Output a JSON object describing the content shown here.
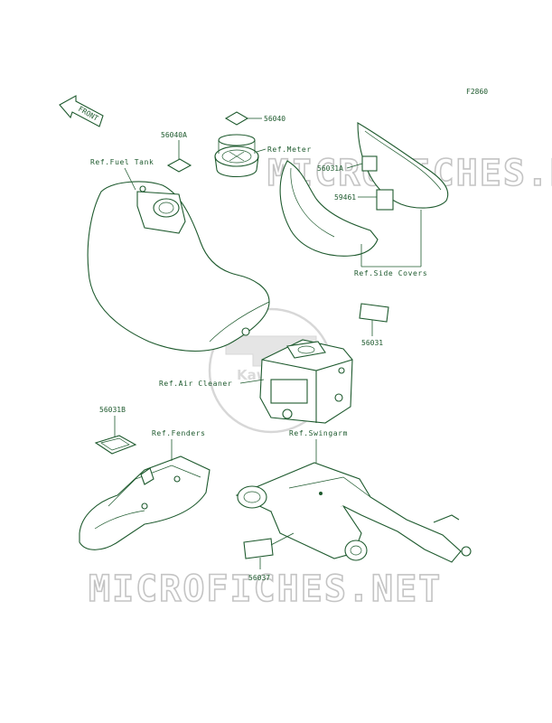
{
  "figure_id": "F2860",
  "front_arrow": "FRONT",
  "watermark": "MICROFICHES.NET",
  "logo_text": "Kawasaki",
  "callouts": {
    "p56040": "56040",
    "p56040a": "56040A",
    "p56031a": "56031A",
    "p59461": "59461",
    "p56031": "56031",
    "p56031b": "56031B",
    "p56037": "56037"
  },
  "refs": {
    "fuel_tank": "Ref.Fuel Tank",
    "meter": "Ref.Meter",
    "side_covers": "Ref.Side Covers",
    "air_cleaner": "Ref.Air Cleaner",
    "fenders": "Ref.Fenders",
    "swingarm": "Ref.Swingarm"
  },
  "colors": {
    "line": "#1e5a2e",
    "watermark": "#c4c4c4",
    "background": "#ffffff"
  }
}
